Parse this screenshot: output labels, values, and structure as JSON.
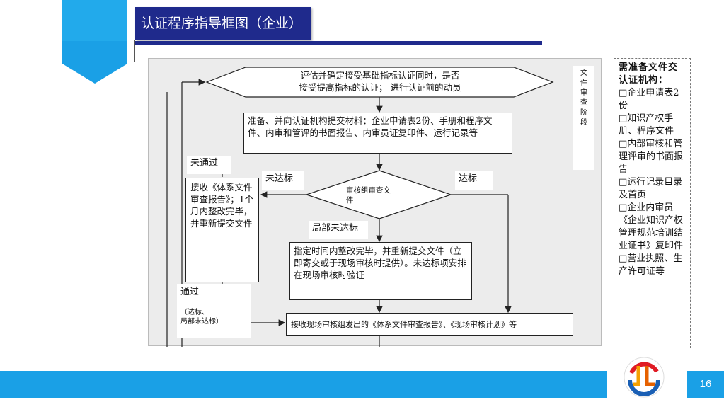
{
  "slide": {
    "title": "认证程序指导框图（企业）",
    "page_number": "16"
  },
  "flow": {
    "start": "评估并确定接受基础指标认证同时，是否接受提高指标的认证；进行认证前的动员",
    "start_line1": "评估并确定接受基础指标认证同时，是否",
    "start_line2": "接受提高指标的认证；  进行认证前的动员",
    "prepare": "准备、并向认证机构提交材料：企业申请表2份、手册和程序文件、内审和管评的书面报告、内审员证复印件、运行记录等",
    "decision": "审核组审查文件",
    "decision_line1": "审核组审查文",
    "decision_line2": "件",
    "not_met_label": "未达标",
    "met_label": "达标",
    "partial_label": "局部未达标",
    "not_passed_label": "未通过",
    "passed_label": "通过",
    "passed_note_line1": "（达标、",
    "passed_note_line2": "局部未达标）",
    "left_box": "接收《体系文件审查报告》；1个月内整改完毕，并重新提交文件",
    "partial_box": "指定时间内整改完毕，并重新提交文件（立即寄交或于现场审核时提供）。未达标项安排在现场审核时验证",
    "final_box": "接收现场审核组发出的《体系文件审查报告》、《现场审核计划》等",
    "stage_label": "文件审查阶段"
  },
  "requirements": {
    "heading": "需准备文件交认证机构：",
    "items": [
      "□企业申请表2份",
      "□知识产权手册、程序文件",
      "□内部审核和管理评审的书面报告",
      "□运行记录目录及首页",
      "□企业内审员《企业知识产权管理规范培训结业证书》复印件",
      "□营业执照、生产许可证等"
    ]
  },
  "colors": {
    "title_bg": "#1f2a8c",
    "accent_blue": "#1aa0e6"
  }
}
